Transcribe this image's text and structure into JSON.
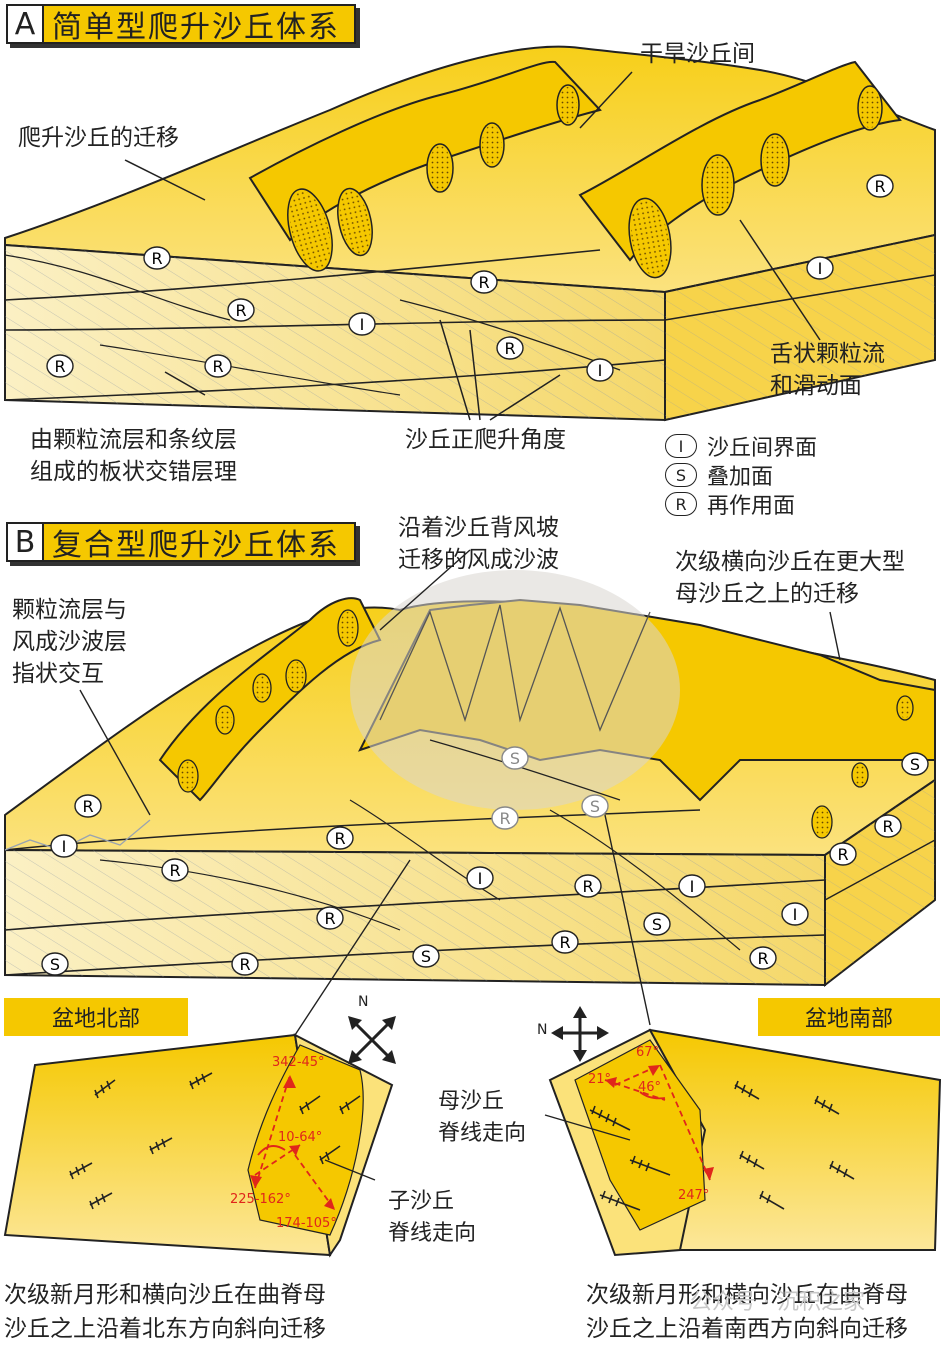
{
  "panel_a": {
    "letter": "A",
    "title": "简单型爬升沙丘体系",
    "labels": {
      "interdune": "干旱沙丘间",
      "migration": "爬升沙丘的迁移",
      "grainflow_1": "舌状颗粒流",
      "grainflow_2": "和滑动面",
      "tabular_1": "由颗粒流层和条纹层",
      "tabular_2": "组成的板状交错层理",
      "climb_angle": "沙丘正爬升角度"
    },
    "legend": [
      {
        "symbol": "I",
        "text": "沙丘间界面"
      },
      {
        "symbol": "S",
        "text": "叠加面"
      },
      {
        "symbol": "R",
        "text": "再作用面"
      }
    ],
    "markers": [
      "R",
      "R",
      "I",
      "R",
      "R",
      "R",
      "R",
      "I",
      "R",
      "I"
    ]
  },
  "panel_b": {
    "letter": "B",
    "title": "复合型爬升沙丘体系",
    "labels": {
      "lee_1": "沿着沙丘背风坡",
      "lee_2": "迁移的风成沙波",
      "interfinger_1": "颗粒流层与",
      "interfinger_2": "风成沙波层",
      "interfinger_3": "指状交互",
      "secondary_1": "次级横向沙丘在更大型",
      "secondary_2": "母沙丘之上的迁移"
    },
    "markers": [
      "R",
      "I",
      "R",
      "R",
      "R",
      "S",
      "R",
      "R",
      "S",
      "S",
      "R",
      "I",
      "R",
      "I",
      "S",
      "R",
      "S",
      "I",
      "R",
      "S",
      "R"
    ]
  },
  "maps": {
    "north": {
      "region": "盆地北部",
      "compass": "N",
      "angles": [
        "342-45°",
        "10-64°",
        "225-162°",
        "174-105°"
      ]
    },
    "south": {
      "region": "盆地南部",
      "compass": "N",
      "angles": [
        "67°",
        "21°",
        "46°",
        "247°"
      ]
    },
    "child_label_1": "子沙丘",
    "child_label_2": "脊线走向",
    "mother_label_1": "母沙丘",
    "mother_label_2": "脊线走向"
  },
  "captions": {
    "left_1": "次级新月形和横向沙丘在曲脊母",
    "left_2": "沙丘之上沿着北东方向斜向迁移",
    "right_1": "次级新月形和横向沙丘在曲脊母",
    "right_2": "沙丘之上沿着南西方向斜向迁移"
  },
  "watermark": "公众号 · 沉积之家",
  "colors": {
    "sand": "#f5c800",
    "sand_light": "#fbe27a",
    "block_side": "#f8e7a6",
    "red": "#e0261b"
  }
}
